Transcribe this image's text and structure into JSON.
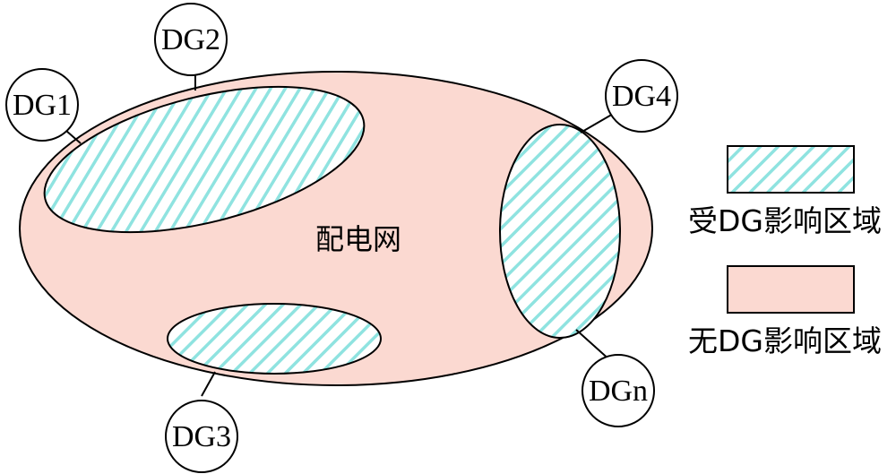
{
  "diagram": {
    "main_label": "配电网",
    "nodes": {
      "dg1": "DG1",
      "dg2": "DG2",
      "dg3": "DG3",
      "dg4": "DG4",
      "dgn": "DGn"
    }
  },
  "legend": {
    "affected": {
      "label": "受DG影响区域",
      "colors": [
        "#8fe3e0",
        "#ffffff"
      ]
    },
    "unaffected": {
      "label": "无DG影响区域",
      "color": "#fbd9d1"
    }
  },
  "colors": {
    "grid_fill": "#fbd9d1",
    "hatch": "#8fe3e0",
    "line": "#000000",
    "background": "#ffffff"
  }
}
